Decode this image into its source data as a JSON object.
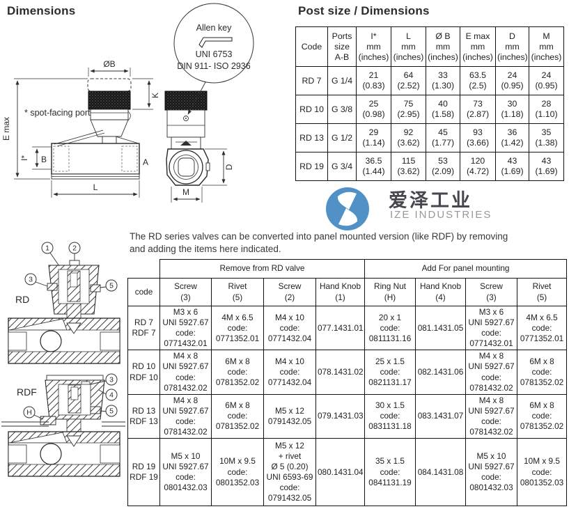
{
  "page": {
    "dimensions_title": "Dimensions",
    "post_title": "Post size / Dimensions",
    "note": "The RD series valves can be converted into panel mounted version (like RDF) by removing\nand adding the items here indicated."
  },
  "drawing": {
    "spot_note": "* spot-facing port",
    "allen": {
      "title": "Allen key",
      "std1": "UNI 6753",
      "std2": "DIN 911- ISO 2936"
    },
    "labels": {
      "ob": "ØB",
      "k": "K",
      "emax": "E max",
      "istar": "I*",
      "b": "B",
      "a": "A",
      "l": "L",
      "d": "D",
      "m": "M"
    }
  },
  "section": {
    "rd_label": "RD",
    "rdf_label": "RDF",
    "rd_callouts": [
      "1",
      "2",
      "3",
      "5"
    ],
    "rdf_callouts": [
      "3",
      "4",
      "5",
      "H"
    ]
  },
  "logo": {
    "cn": "爱泽工业",
    "en": "IZE INDUSTRIES",
    "blue": "#5191c5"
  },
  "post_table": {
    "headers": [
      "Code",
      "Ports\nsize\nA-B",
      "I*\nmm\n(inches)",
      "L\nmm\n(inches)",
      "Ø B\nmm\n(inches)",
      "E max\nmm\n(inches)",
      "D\nmm\n(inches)",
      "M\nmm\n(inches)"
    ],
    "rows": [
      [
        "RD 7",
        "G 1/4",
        "21\n(0.83)",
        "64\n(2.52)",
        "33\n(1.30)",
        "63.5\n(2.5)",
        "24\n(0.95)",
        "24\n(0.95)"
      ],
      [
        "RD 10",
        "G 3/8",
        "25\n(0.98)",
        "75\n(2.95)",
        "40\n(1.58)",
        "73\n(2.87)",
        "30\n(1.18)",
        "28\n(1.10)"
      ],
      [
        "RD 13",
        "G 1/2",
        "29\n(1.14)",
        "92\n(3.62)",
        "45\n(1.77)",
        "93\n(3.66)",
        "36\n(1.42)",
        "35\n(1.38)"
      ],
      [
        "RD 19",
        "G 3/4",
        "36.5\n(1.44)",
        "115\n(3.62)",
        "53\n(2.09)",
        "120\n(4.72)",
        "43\n(1.69)",
        "43\n(1.69)"
      ]
    ]
  },
  "convert_table": {
    "group_headers": [
      "Remove from RD valve",
      "Add For panel mounting"
    ],
    "col_headers": [
      "code",
      "Screw\n(3)",
      "Rivet\n(5)",
      "Screw\n(2)",
      "Hand Knob\n(1)",
      "Ring Nut\n(H)",
      "Hand Knob\n(4)",
      "Screw\n(3)",
      "Rivet\n(5)"
    ],
    "rows": [
      [
        "RD 7\nRDF 7",
        "M3 x 6\nUNI 5927.67\ncode:\n0771432.01",
        "4M x 6.5\ncode:\n0771352.01",
        "M4 x 10\ncode:\n0771432.04",
        "077.1431.01",
        "20 x 1\ncode:\n0811131.16",
        "081.1431.05",
        "M3 x 6\nUNI 5927.67\ncode:\n0771432.01",
        "4M x 6.5\ncode:\n0771352.01"
      ],
      [
        "RD 10\nRDF 10",
        "M4 x 8\nUNI 5927.67\ncode:\n0781432.02",
        "6M x 8\ncode:\n0781352.02",
        "M4 x 10\ncode:\n0771432.04",
        "078.1431.02",
        "25 x 1.5\ncode:\n0821131.17",
        "082.1431.06",
        "M4 x 8\nUNI 5927.67\ncode:\n0781432.02",
        "6M x 8\ncode:\n0781352.02"
      ],
      [
        "RD 13\nRDF 13",
        "M4 x 8\nUNI 5927.67\ncode:\n0781432.02",
        "6M x 8\ncode:\n0781352.02",
        "M5 x 12\n0791432.05",
        "079.1431.03",
        "30 x 1.5\ncode:\n0831131.18",
        "083.1431.07",
        "M4 x 8\nUNI 5927.67\ncode:\n0781432.02",
        "6M x 8\ncode:\n0781352.02"
      ],
      [
        "RD 19\nRDF 19",
        "M5 x 10\nUNI 5927.67\ncode:\n0801432.03",
        "10M x 9.5\ncode:\n0801352.03",
        "M5 x 12\n+ rivet\nØ 5 (0.20)\nUNI 6593-69\ncode:\n0791432.05",
        "080.1431.04",
        "35 x 1.5\ncode:\n0841131.19",
        "084.1431.08",
        "M5 x 10\nUNI 5927.67\ncode:\n0801432.03",
        "10M x 9.5\ncode:\n0801352.03"
      ]
    ]
  }
}
